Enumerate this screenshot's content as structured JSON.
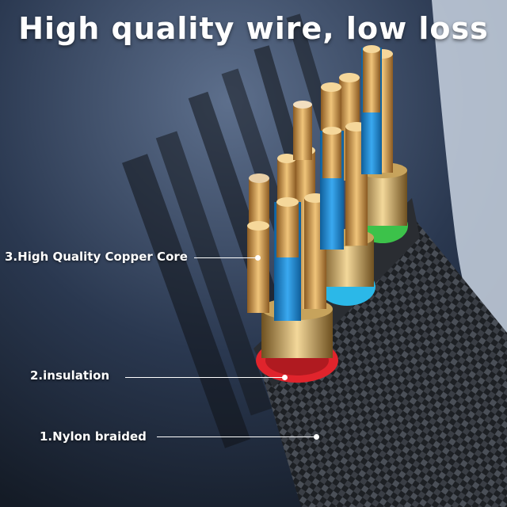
{
  "headline": "High quality wire, low loss",
  "callouts": [
    {
      "label": "3.High Quality Copper Core"
    },
    {
      "label": "2.insulation"
    },
    {
      "label": "1.Nylon braided"
    }
  ],
  "colors": {
    "background": "#1f2a3a",
    "copper": "#d9a85a",
    "insulation_blue": "#1f8fd6",
    "ring_red": "#e0242c",
    "ring_green": "#3cc24a",
    "ring_cyan": "#2bb8e8",
    "braid": "#2b2e33"
  }
}
